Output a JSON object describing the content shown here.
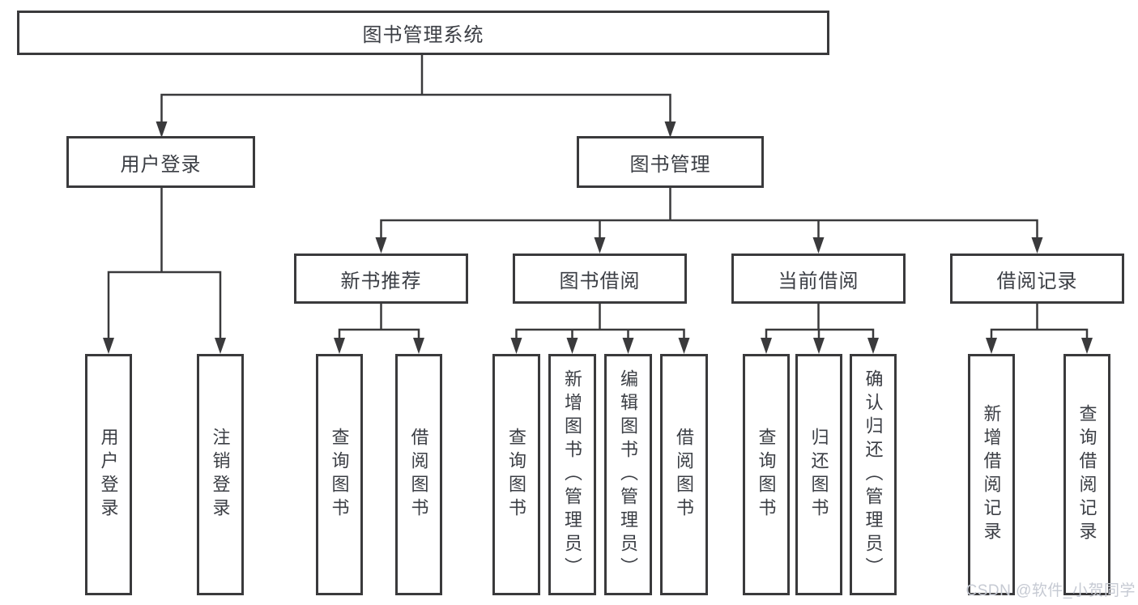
{
  "diagram": {
    "title": "图书管理系统",
    "level2": {
      "user_login": "用户登录",
      "book_mgmt": "图书管理"
    },
    "level3": {
      "new_books": "新书推荐",
      "borrow": "图书借阅",
      "current": "当前借阅",
      "records": "借阅记录"
    },
    "leaves": {
      "user_login": [
        "用户登录",
        "注销登录"
      ],
      "new_books": [
        "查询图书",
        "借阅图书"
      ],
      "borrow": [
        "查询图书",
        "新增图书（管理员）",
        "编辑图书（管理员）",
        "借阅图书"
      ],
      "current": [
        "查询图书",
        "归还图书",
        "确认归还（管理员）"
      ],
      "records": [
        "新增借阅记录",
        "查询借阅记录"
      ]
    },
    "watermark": "CSDN @软件_小贺同学",
    "colors": {
      "line": "#3a3a3c",
      "text": "#3b3e44",
      "box_background": "#ffffff",
      "watermark": "#c6cad3",
      "page_background": "#ffffff"
    }
  }
}
